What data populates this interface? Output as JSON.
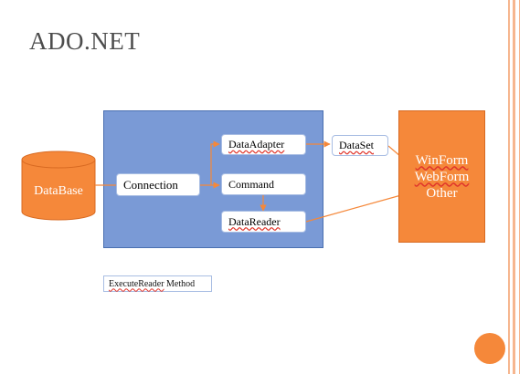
{
  "slide": {
    "title": "ADO.NET"
  },
  "diagram": {
    "database_label": "DataBase",
    "connection_label": "Connection",
    "data_adapter_label": "DataAdapter",
    "command_label": "Command",
    "data_reader_label": "DataReader",
    "dataset_label": "DataSet",
    "clients": [
      "WinForm",
      "WebForm",
      "Other"
    ],
    "method_note": {
      "word": "ExecuteReader",
      "rest": " Method"
    }
  },
  "colors": {
    "accent_orange": "#f5883a",
    "panel_blue": "#7a9ad6",
    "title_gray": "#4d4d4d"
  }
}
